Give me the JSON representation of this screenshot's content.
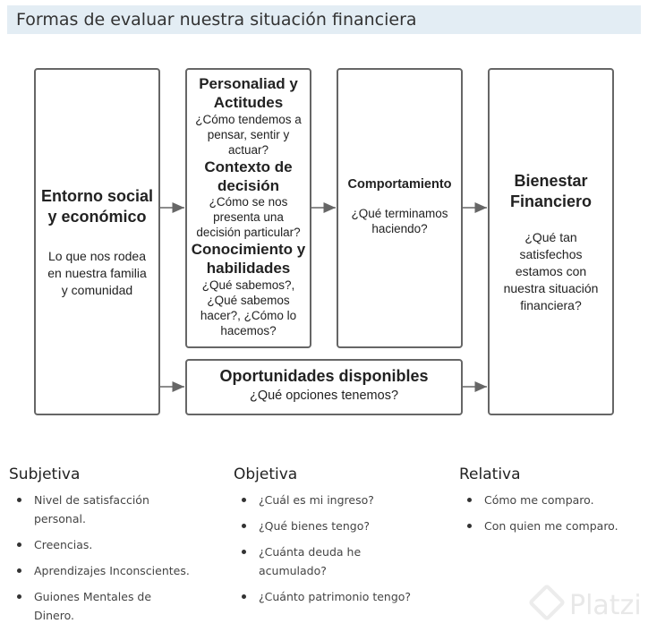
{
  "title": "Formas de evaluar nuestra situación financiera",
  "diagram": {
    "entorno": {
      "heading": [
        "Entorno social",
        "y económico"
      ],
      "body": [
        "Lo que nos rodea",
        "en nuestra familia",
        "y comunidad"
      ]
    },
    "personalidad": {
      "heading": [
        "Personaliad y",
        "Actitudes"
      ],
      "body": [
        "¿Cómo tendemos a",
        "pensar, sentir y",
        "actuar?"
      ]
    },
    "contexto": {
      "heading": [
        "Contexto de",
        "decisión"
      ],
      "body": [
        "¿Cómo se nos",
        "presenta una",
        "decisión particular?"
      ]
    },
    "conocimiento": {
      "heading": [
        "Conocimiento y",
        "habilidades"
      ],
      "body": [
        "¿Qué sabemos?,",
        "¿Qué sabemos",
        "hacer?, ¿Cómo lo",
        "hacemos?"
      ]
    },
    "comportamiento": {
      "heading": "Comportamiento",
      "body": [
        "¿Qué terminamos",
        "haciendo?"
      ]
    },
    "bienestar": {
      "heading": [
        "Bienestar",
        "Financiero"
      ],
      "body": [
        "¿Qué tan",
        "satisfechos",
        "estamos con",
        "nuestra situación",
        "financiera?"
      ]
    },
    "oportunidades": {
      "heading": "Oportunidades disponibles",
      "body": "¿Qué opciones tenemos?"
    }
  },
  "columns": [
    {
      "title": "Subjetiva",
      "items": [
        "Nivel de satisfacción personal.",
        "Creencias.",
        "Aprendizajes Inconscientes.",
        "Guiones Mentales de Dinero."
      ]
    },
    {
      "title": "Objetiva",
      "items": [
        "¿Cuál es mi ingreso?",
        "¿Qué bienes tengo?",
        "¿Cuánta deuda he acumulado?",
        "¿Cuánto patrimonio tengo?"
      ]
    },
    {
      "title": "Relativa",
      "items": [
        "Cómo me comparo.",
        "Con quien me comparo."
      ]
    }
  ],
  "watermark": "Platzi"
}
